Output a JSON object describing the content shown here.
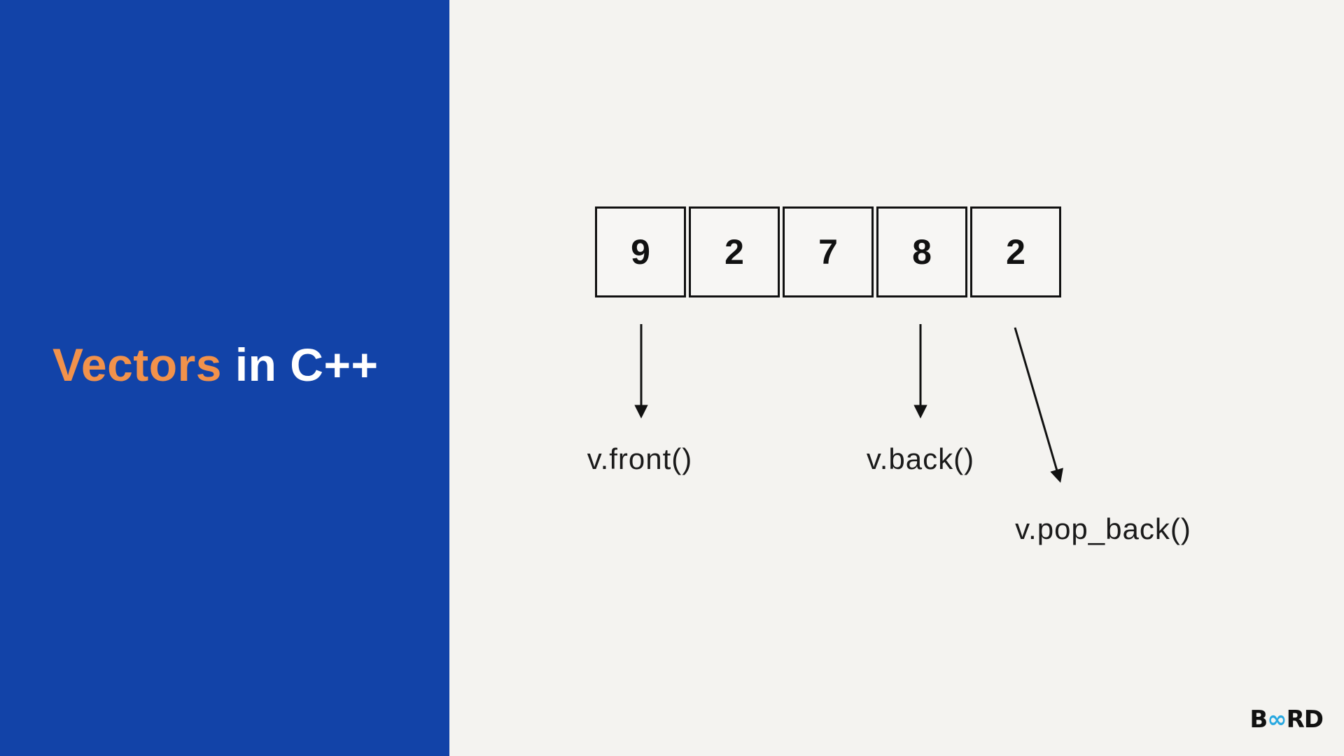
{
  "sidebar": {
    "title_highlight": "Vectors",
    "title_rest": " in C++",
    "bg_color": "#1243a8",
    "highlight_color": "#f2924b",
    "text_color": "#ffffff"
  },
  "diagram": {
    "cells": [
      "9",
      "2",
      "7",
      "8",
      "2"
    ],
    "labels": {
      "front": "v.front()",
      "back": "v.back()",
      "pop_back": "v.pop_back()"
    },
    "arrow_color": "#111111",
    "cell_border_color": "#111111"
  },
  "logo": {
    "part1": "B",
    "infinity": "∞",
    "part2": "RD",
    "accent_color": "#29a8e0"
  }
}
